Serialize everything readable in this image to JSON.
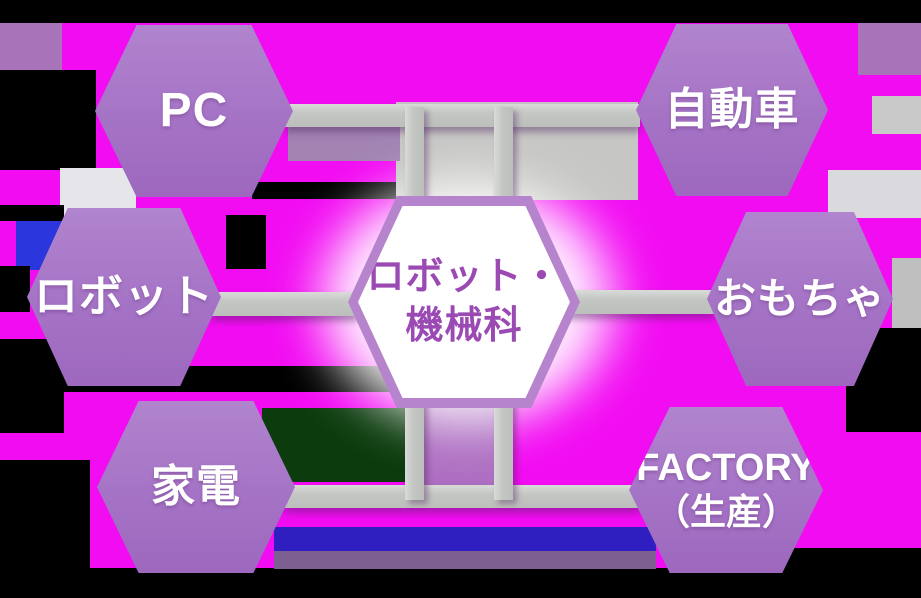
{
  "diagram": {
    "center_node": {
      "line1": "ロボット・",
      "line2": "機械科"
    },
    "nodes": [
      {
        "label": "PC"
      },
      {
        "label": "自動車"
      },
      {
        "label": "ロボット"
      },
      {
        "label": "おもちゃ"
      },
      {
        "label": "家電"
      },
      {
        "label": "FACTORY",
        "sublabel": "（生産）"
      }
    ],
    "colors": {
      "node_fill": "#a678c6",
      "node_text": "#ffffff",
      "center_fill": "#ffffff",
      "center_border": "#b684cd",
      "center_text": "#9b4ab4",
      "connector_gray": "#c3c6c2",
      "artifact_magenta": "#f20cf2",
      "artifact_black": "#000000",
      "artifact_green": "#0c3c0e",
      "artifact_blue": "#2b36dd",
      "artifact_indigo": "#2f1fc0"
    }
  }
}
